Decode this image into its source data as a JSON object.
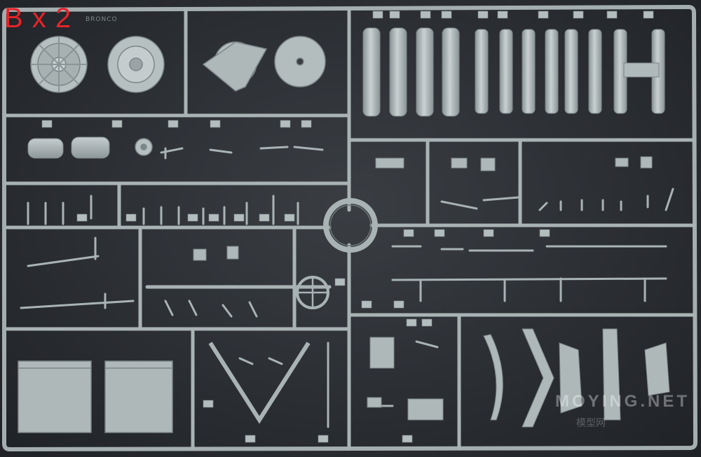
{
  "caption": "B x 2",
  "brand": "BRONCO",
  "watermark": {
    "line1": "MOYING.NET",
    "line2": "模型网"
  },
  "colors": {
    "sprue": "#a9b3b4",
    "sprue_dark": "#7f898b",
    "background": "#2b2e33",
    "caption": "#e8232a"
  }
}
